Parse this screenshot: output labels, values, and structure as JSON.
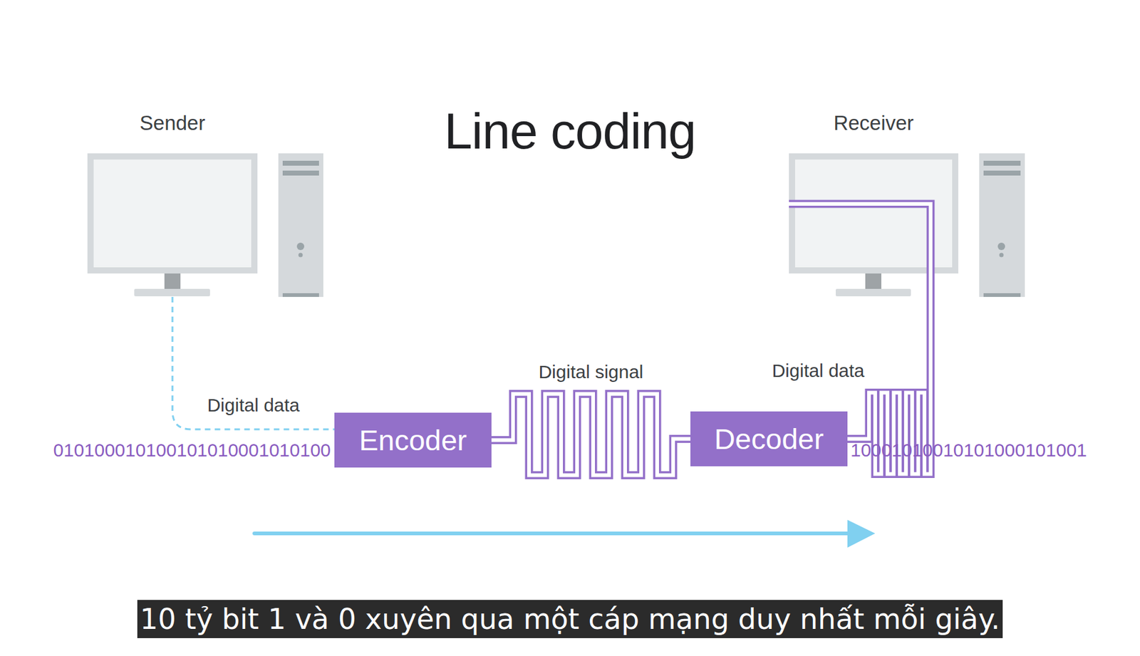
{
  "diagram": {
    "title": "Line coding",
    "caption": "10 tỷ bit 1 và 0 xuyên qua một cáp mạng duy nhất mỗi giây.",
    "nodes": [
      {
        "text": [
          "Sender"
        ]
      },
      {
        "text": [
          "Encoder"
        ]
      },
      {
        "text": [
          "Decoder"
        ]
      },
      {
        "text": [
          "Receiver"
        ]
      }
    ],
    "edges": [
      {
        "from": 0,
        "to": 1,
        "label": "Digital data",
        "arrow": "none"
      },
      {
        "from": 1,
        "to": 2,
        "label": "Digital signal",
        "arrow": "none"
      },
      {
        "from": 2,
        "to": 3,
        "label": "Digital data",
        "arrow": "none"
      }
    ],
    "labels": [
      "010100010100101010001010100",
      "10001010010101000101001"
    ]
  }
}
